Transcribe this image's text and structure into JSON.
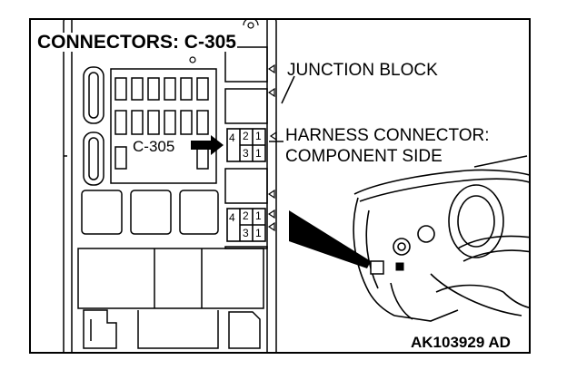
{
  "title": "CONNECTORS: C-305",
  "labels": {
    "junction_block": "JUNCTION BLOCK",
    "harness_connector_line1": "HARNESS CONNECTOR:",
    "harness_connector_line2": "COMPONENT SIDE",
    "connector_id": "C-305",
    "figure_code": "AK103929 AD"
  },
  "connector_pins": {
    "upper": [
      "4",
      "2",
      "1",
      "3"
    ],
    "lower": [
      "4",
      "2",
      "1",
      "3"
    ]
  }
}
